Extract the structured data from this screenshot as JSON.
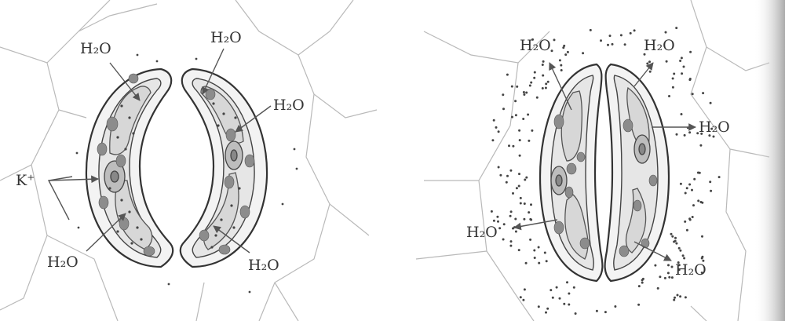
{
  "left_panel": {
    "labels": {
      "h2o_top_left": "H₂O",
      "h2o_top_right": "H₂O",
      "h2o_right": "H₂O",
      "k_plus": "K⁺",
      "h2o_bottom_left": "H₂O",
      "h2o_bottom_right": "H₂O"
    }
  },
  "right_panel": {
    "labels": {
      "h2o_top_left": "H₂O",
      "h2o_top_right": "H₂O",
      "h2o_right": "H₂O",
      "h2o_left": "H₂O",
      "h2o_bottom_right": "H₂O"
    }
  },
  "colors": {
    "line": "#333333",
    "cell_wall": "#b9b9b9",
    "chloroplast": "#8c8c8c",
    "background": "#ffffff"
  }
}
